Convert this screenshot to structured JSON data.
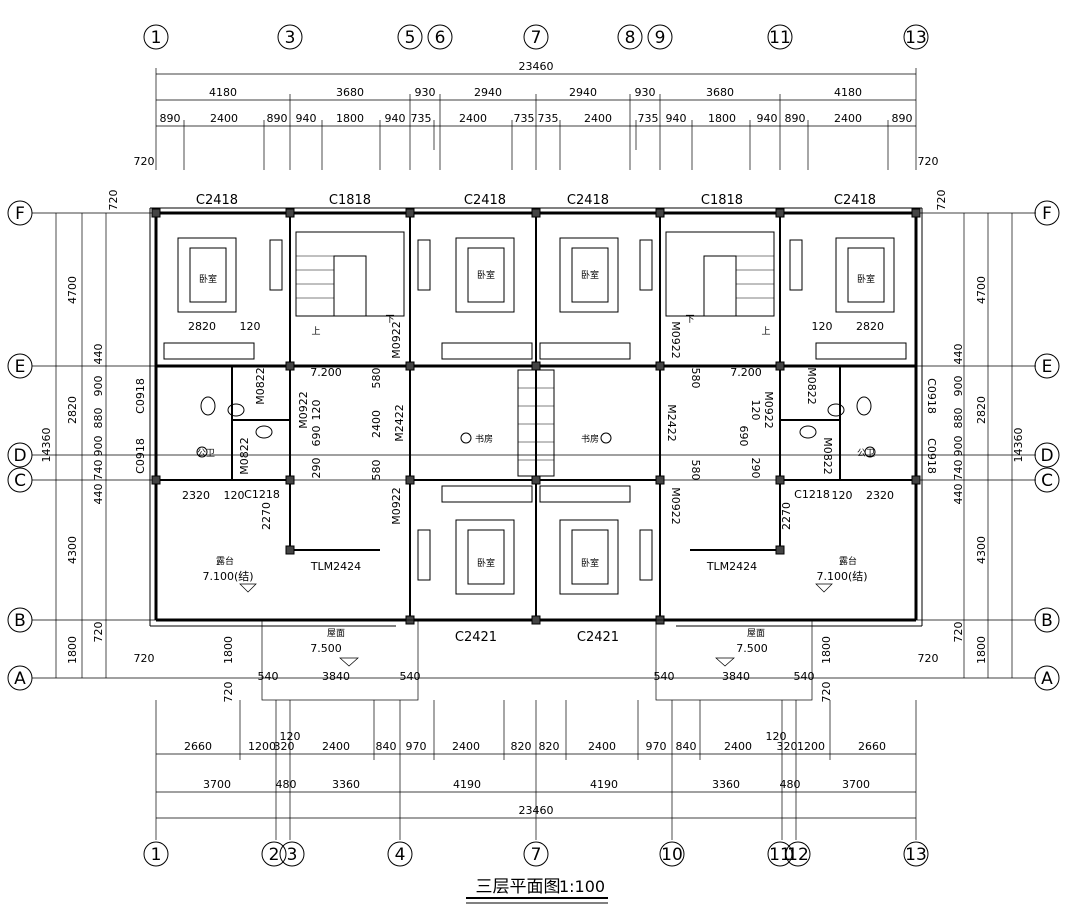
{
  "plan": {
    "title": "三层平面图",
    "scale": "1:100",
    "grid_top": [
      "1",
      "3",
      "5",
      "6",
      "7",
      "8",
      "9",
      "11",
      "13"
    ],
    "grid_bottom": [
      "1",
      "2",
      "3",
      "4",
      "7",
      "10",
      "11",
      "12",
      "13"
    ],
    "grid_rows": [
      "F",
      "E",
      "D",
      "C",
      "B",
      "A"
    ],
    "dims_top_total": "23460",
    "dims_top_l1": [
      "4180",
      "3680",
      "930",
      "2940",
      "2940",
      "930",
      "3680",
      "4180"
    ],
    "dims_top_l2": [
      "890",
      "2400",
      "890",
      "940",
      "1800",
      "940",
      "735",
      "2400",
      "735",
      "735",
      "2400",
      "735",
      "940",
      "1800",
      "940",
      "890",
      "2400",
      "890"
    ],
    "dims_bottom_l1": [
      "2660",
      "1200",
      "320",
      "2400",
      "840",
      "970",
      "2400",
      "820",
      "820",
      "2400",
      "970",
      "840",
      "2400",
      "320",
      "1200",
      "2660"
    ],
    "dims_bottom_l2": [
      "3700",
      "480",
      "3360",
      "4190",
      "4190",
      "3360",
      "480",
      "3700"
    ],
    "dims_bottom_total": "23460",
    "dims_bottom_small": [
      "120",
      "120"
    ],
    "dims_side_left": [
      "4700",
      "2820",
      "4300",
      "1800"
    ],
    "dims_side_right": [
      "4700",
      "2820",
      "4300",
      "1800"
    ],
    "dims_side_total": "14360",
    "dims_side_inner_left": [
      "440",
      "900",
      "880",
      "900",
      "740",
      "440",
      "720"
    ],
    "dims_side_inner_right": [
      "440",
      "900",
      "880",
      "900",
      "740",
      "440",
      "720"
    ],
    "windows_top": [
      "C2418",
      "C1818",
      "C2418",
      "C2418",
      "C1818",
      "C2418"
    ],
    "windows_bottom": [
      "C2421",
      "C2421"
    ],
    "offset_720": "720",
    "rooms": {
      "bedroom": "卧室",
      "study": "书房",
      "bath": "公卫",
      "terrace": "露台",
      "terrace_level": "7.100(结)",
      "roof": "屋面",
      "roof_level": "7.500",
      "floor_level": "7.200",
      "stair_up": "上",
      "stair_down": "下"
    },
    "labels": {
      "m0922": "M0922",
      "m0822": "M0822",
      "m2422": "M2422",
      "c0918": "C0918",
      "c1218": "C1218",
      "tlm": "TLM2424",
      "d2820": "2820",
      "d120": "120",
      "d580": "580",
      "d2400": "2400",
      "d690": "690",
      "d290": "290",
      "d2320": "2320",
      "d2270": "2270",
      "d540": "540",
      "d3840": "3840",
      "d720": "720",
      "d1800": "1800"
    }
  }
}
